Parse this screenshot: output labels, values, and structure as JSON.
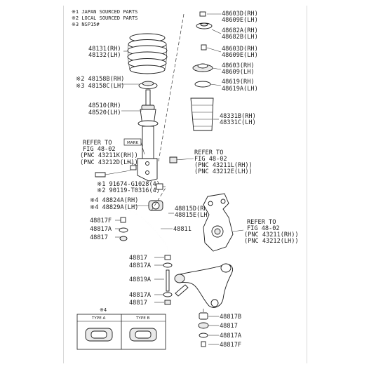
{
  "legend": [
    {
      "mark": "※1",
      "text": "JAPAN SOURCED PARTS"
    },
    {
      "mark": "※2",
      "text": "LOCAL SOURCED PARTS"
    },
    {
      "mark": "※3",
      "text": "NSP15#"
    }
  ],
  "labels": {
    "spring": [
      "48131(RH)",
      "48132(LH)"
    ],
    "seat": [
      "※2 48158B(RH)",
      "※3 48158C(LH)"
    ],
    "strut": [
      "48510(RH)",
      "48520(LH)"
    ],
    "mark_tag": "MARK",
    "refer_left": [
      "REFER TO",
      "FIG 48-02",
      "(PNC 43211K(RH))",
      "(PNC 43212D(LH))"
    ],
    "bolt_1": "※1 91674-G1028(4)",
    "bolt_2": "※2 90119-T0316(4)",
    "bush_1": "※4 48824A(RH)",
    "bush_2": "※4 48829A(LH)",
    "left_col": [
      "48817F",
      "48817A",
      "48817"
    ],
    "stabilizer": "48811",
    "link_right": [
      "48815D(RH)",
      "48815E(LH)"
    ],
    "link_col": [
      "48817",
      "48817A",
      "48819A",
      "48817A",
      "48817"
    ],
    "type_note": "※4",
    "type_a": "TYPE A",
    "type_b": "TYPE B",
    "r1": [
      "48603D(RH)",
      "48609E(LH)"
    ],
    "r2": [
      "48682A(RH)",
      "48682B(LH)"
    ],
    "r3": [
      "48603D(RH)",
      "48609E(LH)"
    ],
    "r4": [
      "48603(RH)",
      "48609(LH)"
    ],
    "r5": [
      "48619(RH)",
      "48619A(LH)"
    ],
    "r6": [
      "48331B(RH)",
      "48331C(LH)"
    ],
    "refer_mid": [
      "REFER TO",
      "FIG 48-02",
      "(PNC 43211L(RH))",
      "(PNC 43212E(LH))"
    ],
    "refer_right": [
      "REFER TO",
      "FIG 48-02",
      "(PNC 43211(RH))",
      "(PNC 43212(LH))"
    ],
    "bottom_col": [
      "48817B",
      "48817",
      "48817A",
      "48817F"
    ]
  }
}
